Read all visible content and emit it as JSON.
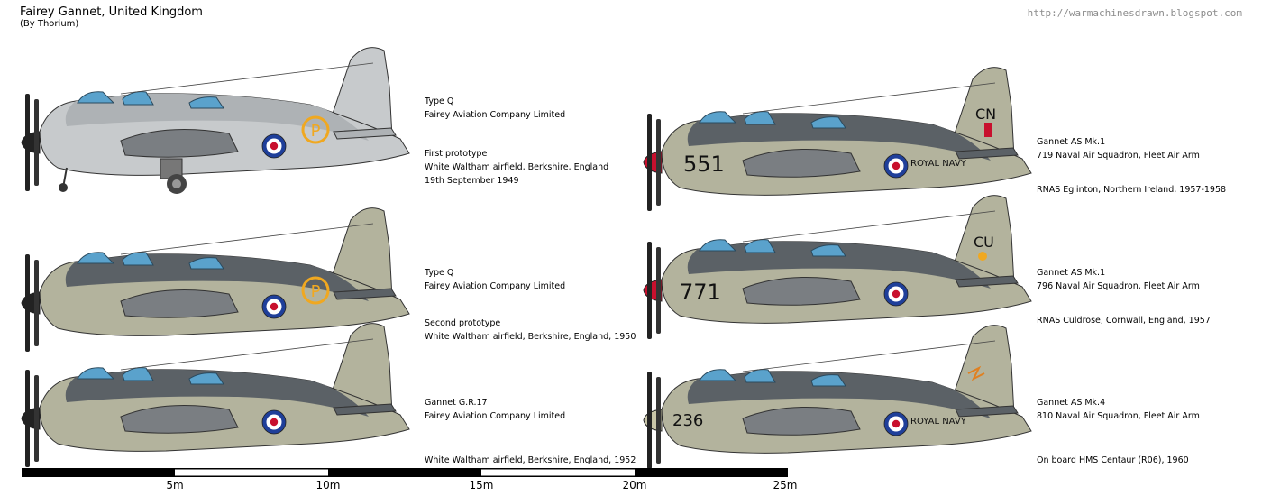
{
  "header": {
    "title": "Fairey Gannet, United Kingdom",
    "byline": "(By Thorium)",
    "url": "http://warmachinesdrawn.blogspot.com"
  },
  "aircraft": [
    {
      "type": "Type Q",
      "maker": "Fairey Aviation Company Limited",
      "note": "First prototype",
      "place": "White Waltham airfield, Berkshire, England",
      "date": "19th September 1949",
      "scheme": "silver",
      "code": "",
      "tail": "",
      "marking": "P"
    },
    {
      "type": "Type Q",
      "maker": "Fairey Aviation Company Limited",
      "note": "Second prototype",
      "place": "White Waltham airfield, Berkshire, England, 1950",
      "date": "",
      "scheme": "camo",
      "code": "",
      "tail": "",
      "marking": "P"
    },
    {
      "type": "Gannet G.R.17",
      "maker": "Fairey Aviation Company Limited",
      "note": "",
      "place": "White Waltham airfield, Berkshire, England, 1952",
      "date": "",
      "scheme": "camo",
      "code": "",
      "tail": "",
      "marking": ""
    },
    {
      "type": "Gannet AS Mk.1",
      "unit": "719 Naval Air Squadron, Fleet Air Arm",
      "place": "RNAS Eglinton, Northern Ireland, 1957-1958",
      "scheme": "camo",
      "code": "551",
      "tail": "CN",
      "navy": "ROYAL  NAVY"
    },
    {
      "type": "Gannet AS Mk.1",
      "unit": "796 Naval Air Squadron, Fleet Air Arm",
      "place": "RNAS Culdrose, Cornwall, England, 1957",
      "scheme": "camo",
      "code": "771",
      "tail": "CU",
      "navy": ""
    },
    {
      "type": "Gannet AS Mk.4",
      "unit": "810 Naval Air Squadron, Fleet Air Arm",
      "place": "On board HMS Centaur (R06), 1960",
      "scheme": "camo",
      "code": "236",
      "tail": "",
      "navy": "ROYAL  NAVY"
    }
  ],
  "scale": {
    "ticks": [
      "5m",
      "10m",
      "15m",
      "20m",
      "25m"
    ]
  },
  "colors": {
    "silver": "#c7cacc",
    "sea_grey": "#b3b39d",
    "dark_grey": "#5b6166",
    "canopy": "#5aa2cc",
    "roundel_blue": "#1f3f9a",
    "roundel_red": "#c8102e",
    "marking_yellow": "#f0a820"
  }
}
